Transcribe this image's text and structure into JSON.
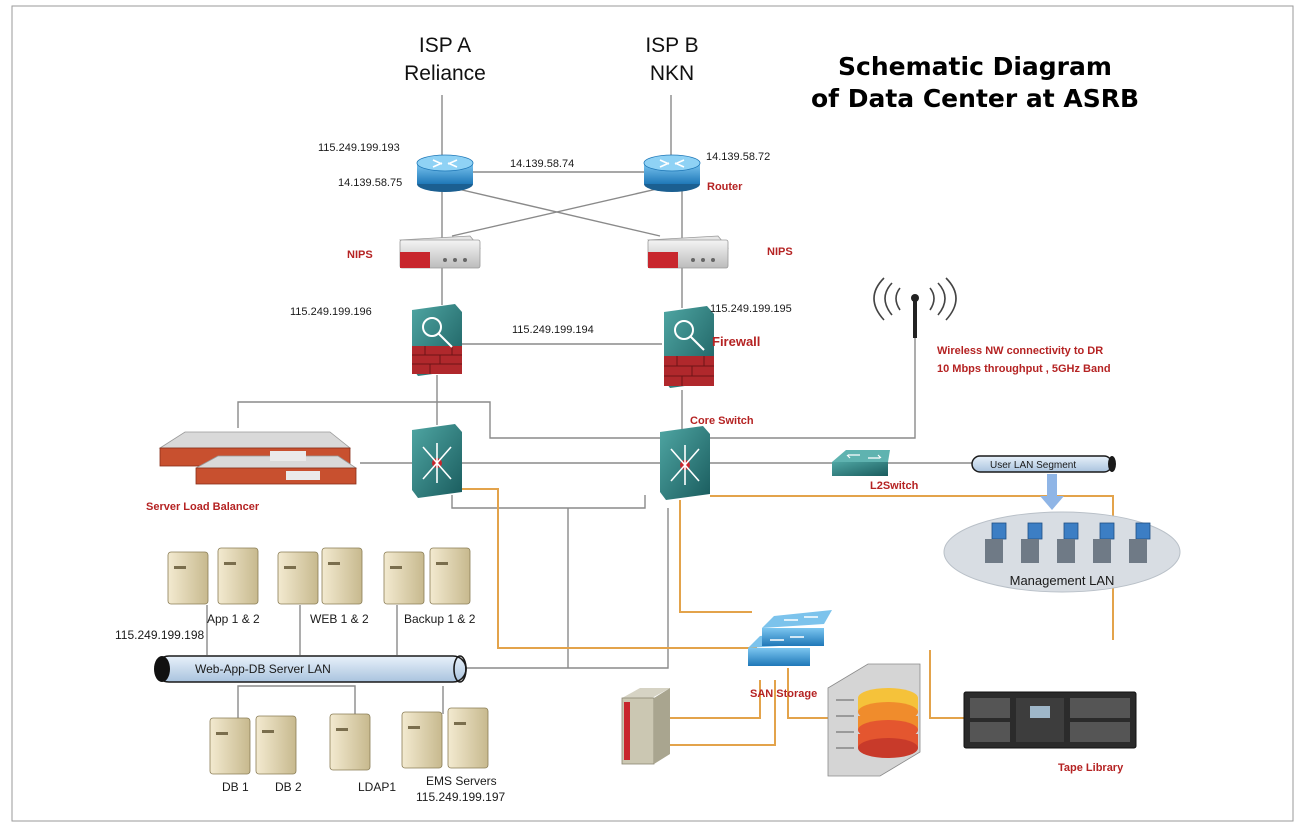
{
  "title": {
    "line1": "Schematic Diagram",
    "line2": "of Data Center at ASRB"
  },
  "isp_a": {
    "line1": "ISP A",
    "line2": "Reliance"
  },
  "isp_b": {
    "line1": "ISP B",
    "line2": "NKN"
  },
  "ips": {
    "router_a_top": "115.249.199.193",
    "router_a_bottom": "14.139.58.75",
    "router_link": "14.139.58.74",
    "router_b": "14.139.58.72",
    "firewall_a": "115.249.199.196",
    "firewall_link": "115.249.199.194",
    "firewall_b": "115.249.199.195",
    "server_lan": "115.249.199.198",
    "ems": "115.249.199.197"
  },
  "labels": {
    "router": "Router",
    "nips_left": "NIPS",
    "nips_right": "NIPS",
    "firewall": "Firewall",
    "core_switch": "Core Switch",
    "wireless_line1": "Wireless NW connectivity to DR",
    "wireless_line2": "10 Mbps throughput , 5GHz Band",
    "server_load_balancer": "Server Load Balancer",
    "l2switch": "L2Switch",
    "user_lan_segment": "User LAN Segment",
    "management_lan": "Management LAN",
    "app": "App 1 & 2",
    "web": "WEB 1 & 2",
    "backup": "Backup 1 & 2",
    "server_lan": "Web-App-DB Server LAN",
    "db1": "DB 1",
    "db2": "DB 2",
    "ldap": "LDAP1",
    "ems": "EMS Servers",
    "san_storage": "SAN Storage",
    "tape_library": "Tape Library"
  },
  "colors": {
    "label_red": "#b52323",
    "router_blue": "#2f8fd0",
    "firewall_teal": "#2b7f80",
    "san_link": "#e3a34b",
    "line_gray": "#8a8a8a"
  }
}
